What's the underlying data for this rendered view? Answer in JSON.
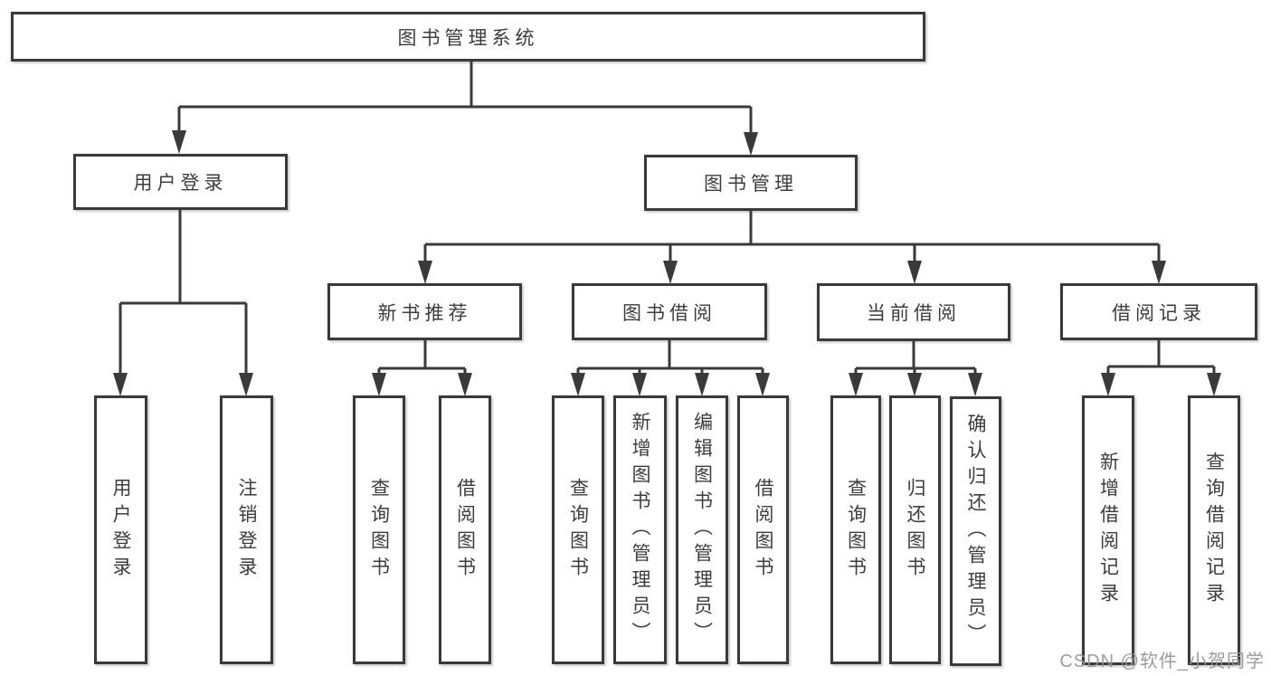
{
  "diagram": {
    "root": {
      "label": "图书管理系统"
    },
    "branches": [
      {
        "label": "用户登录",
        "children": [
          {
            "label": "用户登录"
          },
          {
            "label": "注销登录"
          }
        ]
      },
      {
        "label": "图书管理",
        "children": [
          {
            "label": "新书推荐",
            "children": [
              {
                "label": "查询图书"
              },
              {
                "label": "借阅图书"
              }
            ]
          },
          {
            "label": "图书借阅",
            "children": [
              {
                "label": "查询图书"
              },
              {
                "label": "新增图书（管理员）"
              },
              {
                "label": "编辑图书（管理员）"
              },
              {
                "label": "借阅图书"
              }
            ]
          },
          {
            "label": "当前借阅",
            "children": [
              {
                "label": "查询图书"
              },
              {
                "label": "归还图书"
              },
              {
                "label": "确认归还（管理员）"
              }
            ]
          },
          {
            "label": "借阅记录",
            "children": [
              {
                "label": "新增借阅记录"
              },
              {
                "label": "查询借阅记录"
              }
            ]
          }
        ]
      }
    ],
    "watermark": "CSDN @软件_小贺同学",
    "colors": {
      "line": "#3a3a3a",
      "box_border": "#3a3a3a",
      "box_fill": "#ffffff",
      "background": "#ffffff",
      "watermark": "#949494"
    }
  }
}
